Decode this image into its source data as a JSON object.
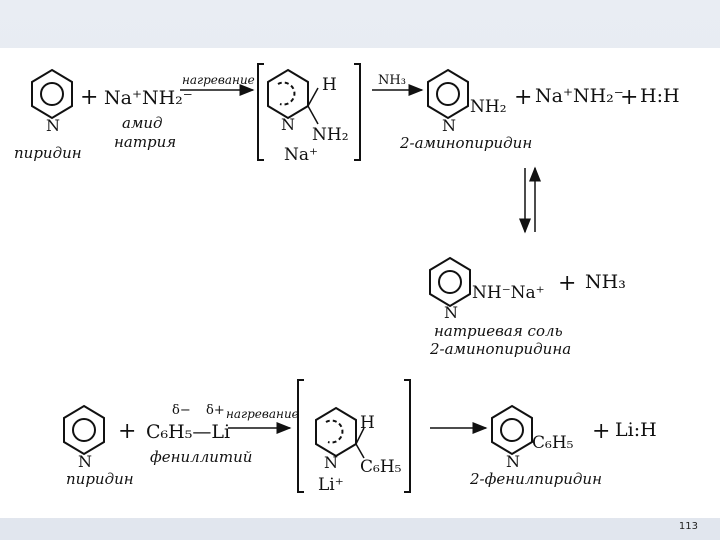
{
  "reaction1": {
    "pyridine_n": "N",
    "pyridine_name": "пиридин",
    "plus1": "+",
    "reagent": "Na⁺NH₂⁻",
    "reagent_name_line1": "амид",
    "reagent_name_line2": "натрия",
    "condition": "нагревание",
    "intermediate_h": "H",
    "intermediate_n": "N",
    "intermediate_nh2": "NH₂",
    "intermediate_na": "Na⁺",
    "condition2": "NH₃",
    "product_n": "N",
    "product_nh2": "NH₂",
    "product_name": "2-аминопиридин",
    "plus2": "+",
    "byproduct1": "Na⁺NH₂⁻",
    "plus3": "+",
    "byproduct2": "H:H"
  },
  "equilibrium": {
    "salt_n": "N",
    "salt_group": "NH⁻Na⁺",
    "plus": "+",
    "nh3": "NH₃",
    "salt_name_line1": "натриевая соль",
    "salt_name_line2": "2-аминопиридина"
  },
  "reaction2": {
    "pyridine_n": "N",
    "pyridine_name": "пиридин",
    "plus1": "+",
    "delta_minus": "δ−",
    "delta_plus": "δ+",
    "reagent": "C₆H₅—Li",
    "reagent_name": "фениллитий",
    "condition": "нагревание",
    "intermediate_h": "H",
    "intermediate_n": "N",
    "intermediate_ph": "C₆H₅",
    "intermediate_li": "Li⁺",
    "product_n": "N",
    "product_ph": "C₆H₅",
    "product_name": "2-фенилпиридин",
    "plus2": "+",
    "byproduct": "Li:H"
  },
  "page_number": "113"
}
